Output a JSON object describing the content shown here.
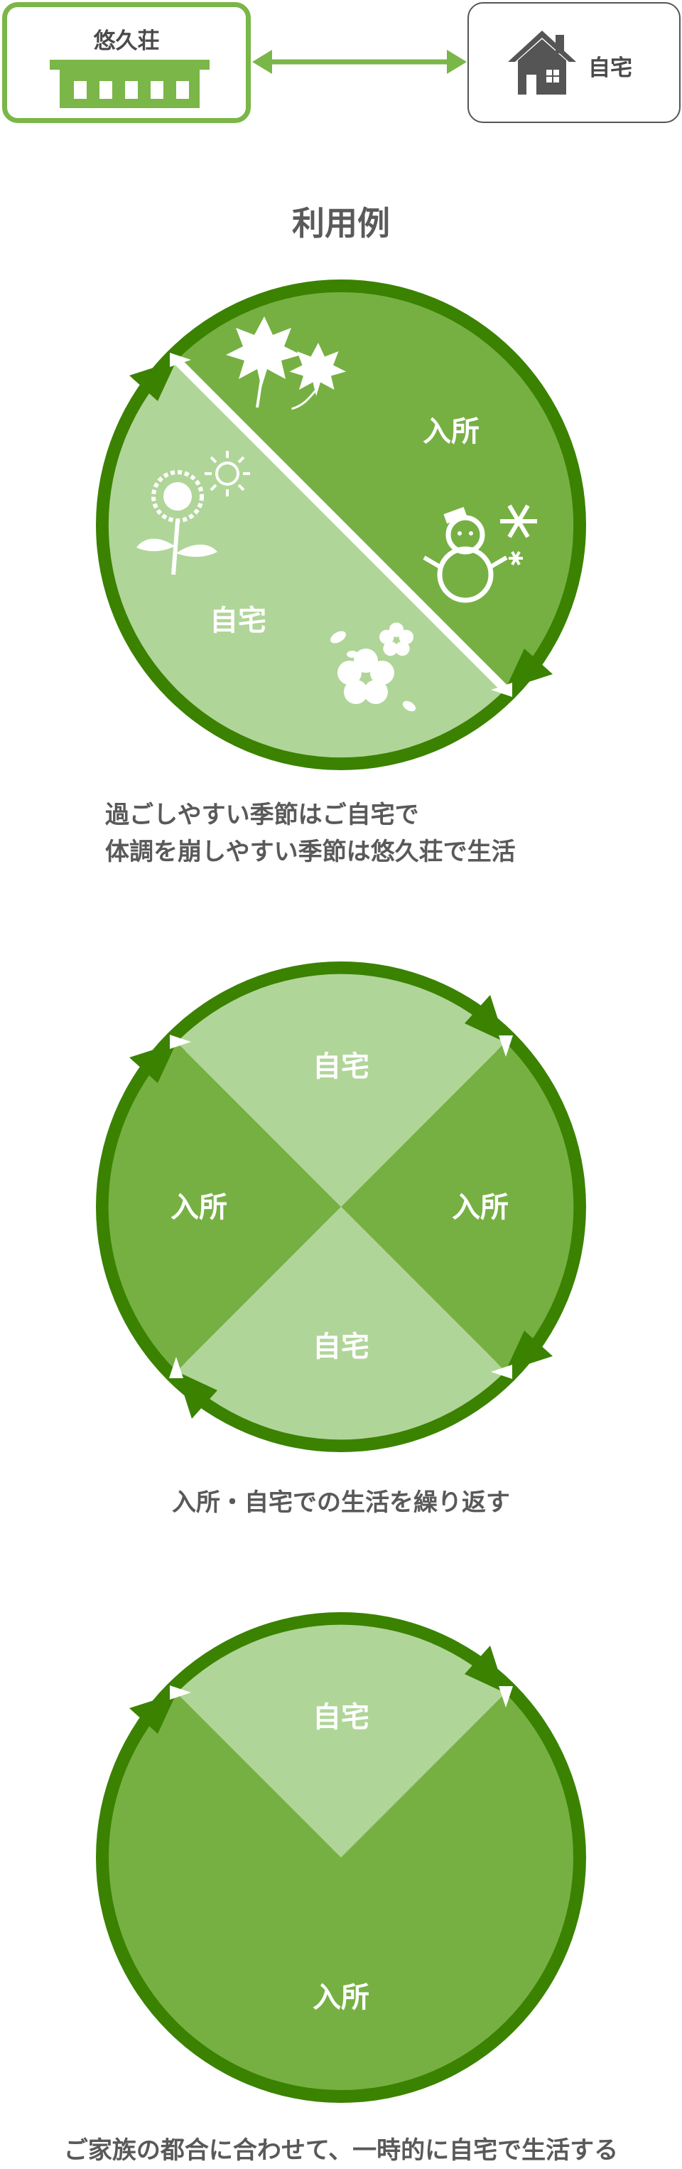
{
  "legend": {
    "facility": {
      "label": "悠久荘",
      "icon": "building-icon"
    },
    "home": {
      "label": "自宅",
      "icon": "house-icon"
    },
    "link_icon": "double-arrow-icon"
  },
  "section_title": "利用例",
  "examples": [
    {
      "segments": [
        {
          "label": "入所",
          "icons": [
            "maple-leaf-icon",
            "snowman-icon",
            "snowflake-icon"
          ]
        },
        {
          "label": "自宅",
          "icons": [
            "sunflower-icon",
            "sun-icon",
            "cherry-blossom-icon"
          ]
        }
      ],
      "caption_lines": [
        "過ごしやすい季節はご自宅で",
        "体調を崩しやすい季節は悠久荘で生活"
      ]
    },
    {
      "segments": [
        {
          "label": "自宅"
        },
        {
          "label": "入所"
        },
        {
          "label": "自宅"
        },
        {
          "label": "入所"
        }
      ],
      "caption_lines": [
        "入所・自宅での生活を繰り返す"
      ]
    },
    {
      "segments": [
        {
          "label": "自宅"
        },
        {
          "label": "入所"
        }
      ],
      "caption_lines": [
        "ご家族の都合に合わせて、一時的に自宅で生活する"
      ]
    }
  ],
  "colors": {
    "ring": "#3a8200",
    "facility_fill": "#76b043",
    "home_fill": "#b0d598",
    "icon_fill": "#ffffff",
    "box_border": "#7ab648",
    "text": "#595959"
  }
}
